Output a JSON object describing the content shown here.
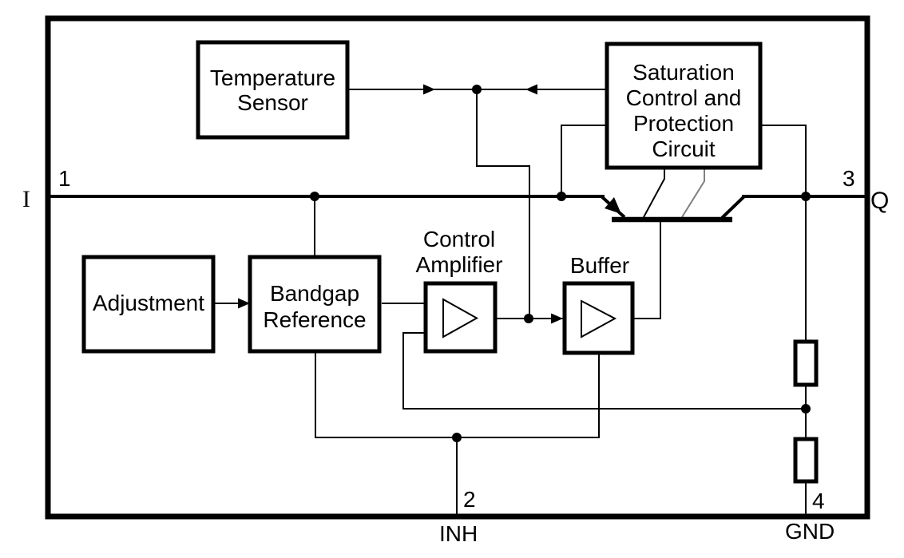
{
  "diagram": {
    "type": "voltage-regulator-block-diagram",
    "blocks": {
      "temperature_sensor": {
        "line1": "Temperature",
        "line2": "Sensor"
      },
      "saturation_control": {
        "line1": "Saturation",
        "line2": "Control and",
        "line3": "Protection",
        "line4": "Circuit"
      },
      "adjustment": {
        "label": "Adjustment"
      },
      "bandgap_reference": {
        "line1": "Bandgap",
        "line2": "Reference"
      },
      "control_amplifier": {
        "line1": "Control",
        "line2": "Amplifier"
      },
      "buffer": {
        "label": "Buffer"
      }
    },
    "pins": {
      "pin1": {
        "number": "1",
        "label": "I"
      },
      "pin2": {
        "number": "2",
        "label": "INH"
      },
      "pin3": {
        "number": "3",
        "label": "Q"
      },
      "pin4": {
        "number": "4",
        "label": "GND"
      }
    },
    "components": {
      "pass_transistor": "pnp-power-transistor",
      "resistor_top": "resistor",
      "resistor_bottom": "resistor"
    },
    "colors": {
      "wire": "#000000",
      "secondary_wire": "#808080",
      "background": "#ffffff"
    }
  }
}
